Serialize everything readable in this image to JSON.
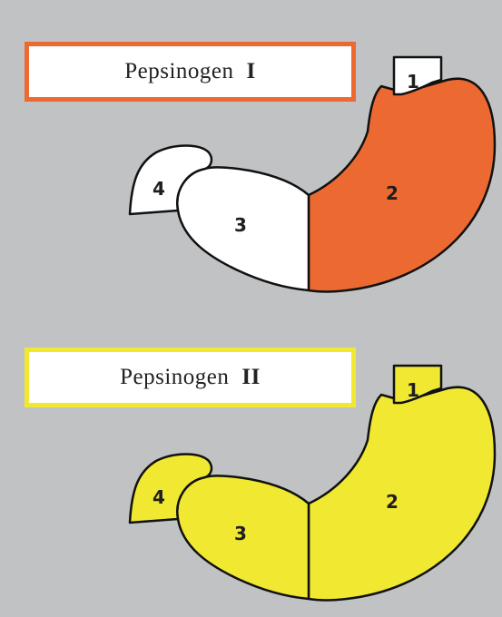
{
  "panels": [
    {
      "label_name": "Pepsinogen",
      "label_numeral": "I",
      "border_color": "#ec6a31",
      "region_colors": {
        "1": "#ffffff",
        "2": "#ec6a31",
        "3": "#ffffff",
        "4": "#ffffff"
      },
      "regions": [
        "1",
        "2",
        "3",
        "4"
      ]
    },
    {
      "label_name": "Pepsinogen",
      "label_numeral": "II",
      "border_color": "#f1e832",
      "region_colors": {
        "1": "#f1e832",
        "2": "#f1e832",
        "3": "#f1e832",
        "4": "#f1e832"
      },
      "regions": [
        "1",
        "2",
        "3",
        "4"
      ]
    }
  ]
}
